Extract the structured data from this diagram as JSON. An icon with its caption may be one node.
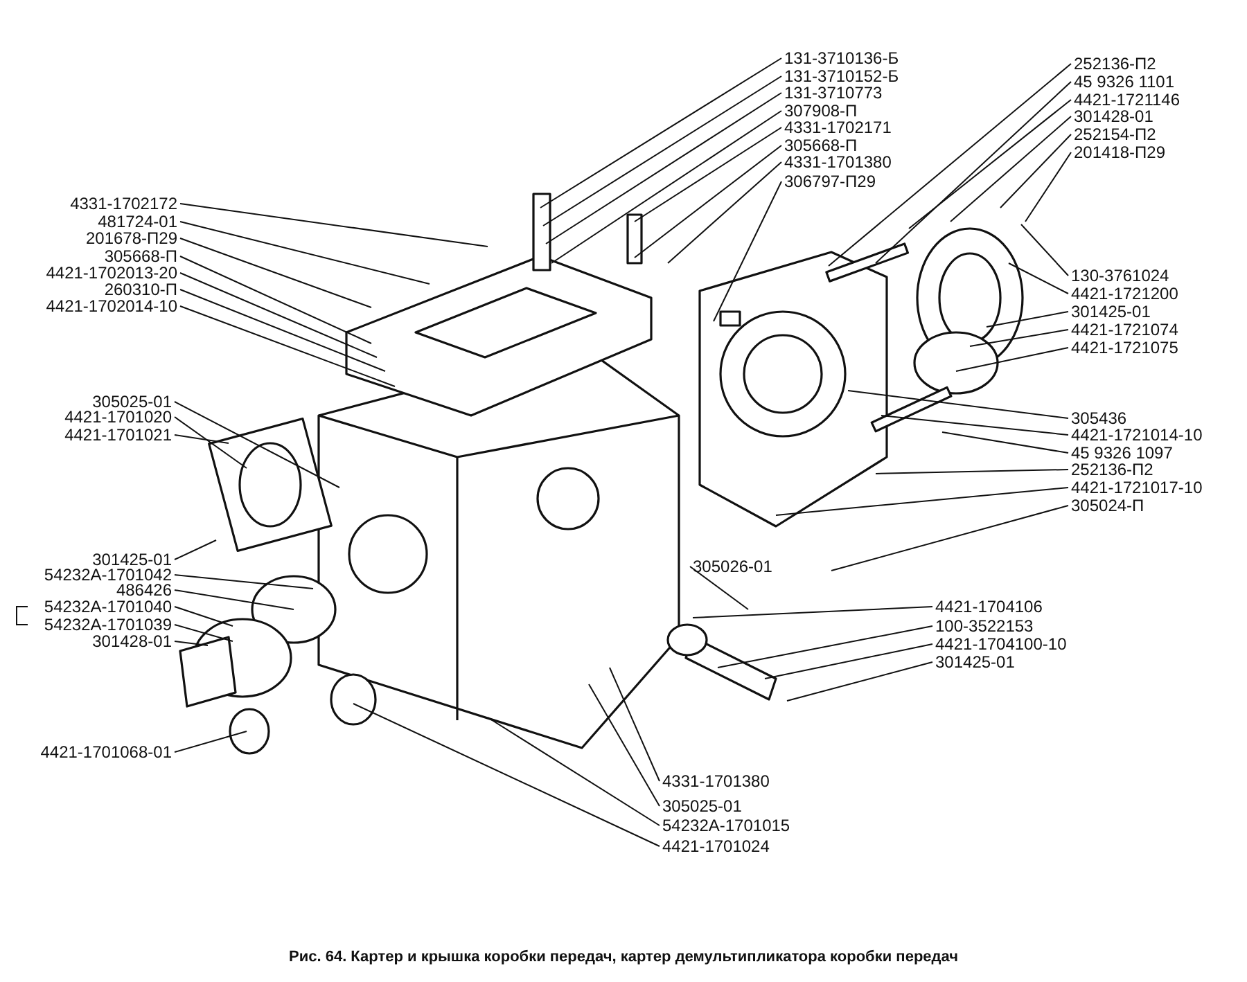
{
  "diagram": {
    "caption": "Рис. 64. Картер и крышка коробки передач, картер демультипликатора коробки передач",
    "nodes": [
      {
        "text": [
          "131-3710136-Б"
        ]
      },
      {
        "text": [
          "131-3710152-Б"
        ]
      },
      {
        "text": [
          "131-3710773"
        ]
      },
      {
        "text": [
          "307908-П"
        ]
      },
      {
        "text": [
          "4331-1702171"
        ]
      },
      {
        "text": [
          "305668-П"
        ]
      },
      {
        "text": [
          "4331-1701380"
        ]
      },
      {
        "text": [
          "306797-П29"
        ]
      },
      {
        "text": [
          "252136-П2"
        ]
      },
      {
        "text": [
          "45 9326 1101"
        ]
      },
      {
        "text": [
          "4421-1721146"
        ]
      },
      {
        "text": [
          "301428-01"
        ]
      },
      {
        "text": [
          "252154-П2"
        ]
      },
      {
        "text": [
          "201418-П29"
        ]
      },
      {
        "text": [
          "4331-1702172"
        ]
      },
      {
        "text": [
          "481724-01"
        ]
      },
      {
        "text": [
          "201678-П29"
        ]
      },
      {
        "text": [
          "305668-П"
        ]
      },
      {
        "text": [
          "4421-1702013-20"
        ]
      },
      {
        "text": [
          "260310-П"
        ]
      },
      {
        "text": [
          "4421-1702014-10"
        ]
      },
      {
        "text": [
          "130-3761024"
        ]
      },
      {
        "text": [
          "4421-1721200"
        ]
      },
      {
        "text": [
          "301425-01"
        ]
      },
      {
        "text": [
          "4421-1721074"
        ]
      },
      {
        "text": [
          "4421-1721075"
        ]
      },
      {
        "text": [
          "305436"
        ]
      },
      {
        "text": [
          "4421-1721014-10"
        ]
      },
      {
        "text": [
          "45 9326 1097"
        ]
      },
      {
        "text": [
          "252136-П2"
        ]
      },
      {
        "text": [
          "4421-1721017-10"
        ]
      },
      {
        "text": [
          "305024-П"
        ]
      },
      {
        "text": [
          "305026-01"
        ]
      },
      {
        "text": [
          "4421-1704106"
        ]
      },
      {
        "text": [
          "100-3522153"
        ]
      },
      {
        "text": [
          "4421-1704100-10"
        ]
      },
      {
        "text": [
          "301425-01"
        ]
      },
      {
        "text": [
          "305025-01"
        ]
      },
      {
        "text": [
          "4421-1701020"
        ]
      },
      {
        "text": [
          "4421-1701021"
        ]
      },
      {
        "text": [
          "301425-01"
        ]
      },
      {
        "text": [
          "54232A-1701042"
        ]
      },
      {
        "text": [
          "486426"
        ]
      },
      {
        "text": [
          "54232A-1701040"
        ]
      },
      {
        "text": [
          "54232A-1701039"
        ]
      },
      {
        "text": [
          "301428-01"
        ]
      },
      {
        "text": [
          "4421-1701068-01"
        ]
      },
      {
        "text": [
          "4331-1701380"
        ]
      },
      {
        "text": [
          "305025-01"
        ]
      },
      {
        "text": [
          "54232A-1701015"
        ]
      },
      {
        "text": [
          "4421-1701024"
        ]
      }
    ],
    "edges": [
      {
        "from": 0,
        "to": null,
        "arrow": "none"
      },
      {
        "from": 1,
        "to": null,
        "arrow": "none"
      },
      {
        "from": 2,
        "to": null,
        "arrow": "none"
      },
      {
        "from": 3,
        "to": null,
        "arrow": "none"
      },
      {
        "from": 4,
        "to": null,
        "arrow": "none"
      },
      {
        "from": 5,
        "to": null,
        "arrow": "none"
      },
      {
        "from": 6,
        "to": null,
        "arrow": "none"
      },
      {
        "from": 7,
        "to": null,
        "arrow": "none"
      },
      {
        "from": 8,
        "to": null,
        "arrow": "none"
      },
      {
        "from": 9,
        "to": null,
        "arrow": "none"
      },
      {
        "from": 10,
        "to": null,
        "arrow": "none"
      },
      {
        "from": 11,
        "to": null,
        "arrow": "none"
      },
      {
        "from": 12,
        "to": null,
        "arrow": "none"
      },
      {
        "from": 13,
        "to": null,
        "arrow": "none"
      },
      {
        "from": 14,
        "to": null,
        "arrow": "none"
      },
      {
        "from": 15,
        "to": null,
        "arrow": "none"
      },
      {
        "from": 16,
        "to": null,
        "arrow": "none"
      },
      {
        "from": 17,
        "to": null,
        "arrow": "none"
      },
      {
        "from": 18,
        "to": null,
        "arrow": "none"
      },
      {
        "from": 19,
        "to": null,
        "arrow": "none"
      },
      {
        "from": 20,
        "to": null,
        "arrow": "none"
      },
      {
        "from": 21,
        "to": null,
        "arrow": "none"
      },
      {
        "from": 22,
        "to": null,
        "arrow": "none"
      },
      {
        "from": 23,
        "to": null,
        "arrow": "none"
      },
      {
        "from": 24,
        "to": null,
        "arrow": "none"
      },
      {
        "from": 25,
        "to": null,
        "arrow": "none"
      },
      {
        "from": 26,
        "to": null,
        "arrow": "none"
      },
      {
        "from": 27,
        "to": null,
        "arrow": "none"
      },
      {
        "from": 28,
        "to": null,
        "arrow": "none"
      },
      {
        "from": 29,
        "to": null,
        "arrow": "none"
      },
      {
        "from": 30,
        "to": null,
        "arrow": "none"
      },
      {
        "from": 31,
        "to": null,
        "arrow": "none"
      },
      {
        "from": 32,
        "to": null,
        "arrow": "none"
      },
      {
        "from": 33,
        "to": null,
        "arrow": "none"
      },
      {
        "from": 34,
        "to": null,
        "arrow": "none"
      },
      {
        "from": 35,
        "to": null,
        "arrow": "none"
      },
      {
        "from": 36,
        "to": null,
        "arrow": "none"
      },
      {
        "from": 37,
        "to": null,
        "arrow": "none"
      },
      {
        "from": 38,
        "to": null,
        "arrow": "none"
      },
      {
        "from": 39,
        "to": null,
        "arrow": "none"
      },
      {
        "from": 40,
        "to": null,
        "arrow": "none"
      },
      {
        "from": 41,
        "to": null,
        "arrow": "none"
      },
      {
        "from": 42,
        "to": null,
        "arrow": "none"
      },
      {
        "from": 43,
        "to": null,
        "arrow": "none"
      },
      {
        "from": 44,
        "to": null,
        "arrow": "none"
      },
      {
        "from": 45,
        "to": null,
        "arrow": "none"
      },
      {
        "from": 46,
        "to": null,
        "arrow": "none"
      },
      {
        "from": 47,
        "to": null,
        "arrow": "none"
      },
      {
        "from": 48,
        "to": null,
        "arrow": "none"
      },
      {
        "from": 49,
        "to": null,
        "arrow": "none"
      },
      {
        "from": 50,
        "to": null,
        "arrow": "none"
      }
    ]
  }
}
